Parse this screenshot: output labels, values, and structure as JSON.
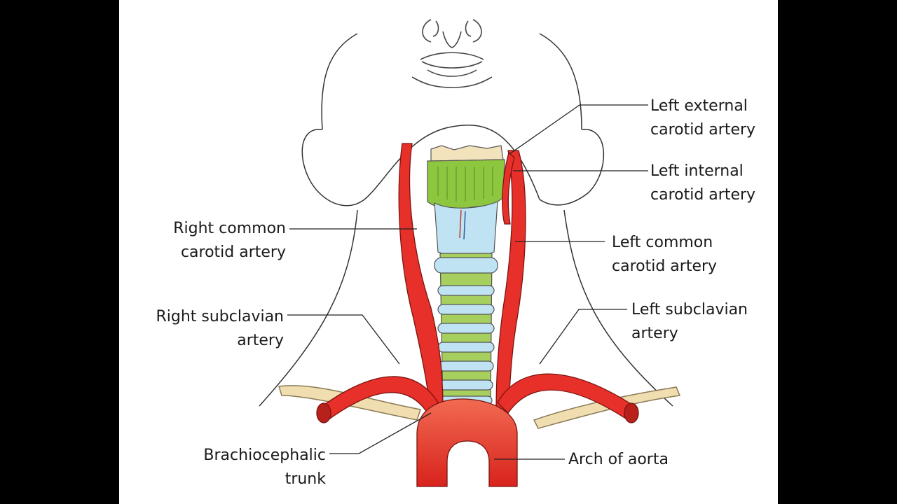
{
  "labels": {
    "left_external": [
      "Left external",
      "carotid artery"
    ],
    "left_internal": [
      "Left internal",
      "carotid artery"
    ],
    "right_common": [
      "Right common",
      "carotid artery"
    ],
    "left_common": [
      "Left common",
      "carotid artery"
    ],
    "right_subclavian": [
      "Right subclavian",
      "artery"
    ],
    "left_subclavian": [
      "Left subclavian",
      "artery"
    ],
    "brachiocephalic": [
      "Brachiocephalic",
      "trunk"
    ],
    "aortic_arch": [
      "Arch of aorta"
    ]
  },
  "colors": {
    "artery": "#e8302a",
    "artery_dark": "#b8201c",
    "cartilage_green": "#8dc63f",
    "trachea_blue": "#bfe3f2",
    "bone": "#f0ddb0",
    "outline": "#333333",
    "background_bars": "#000000"
  }
}
